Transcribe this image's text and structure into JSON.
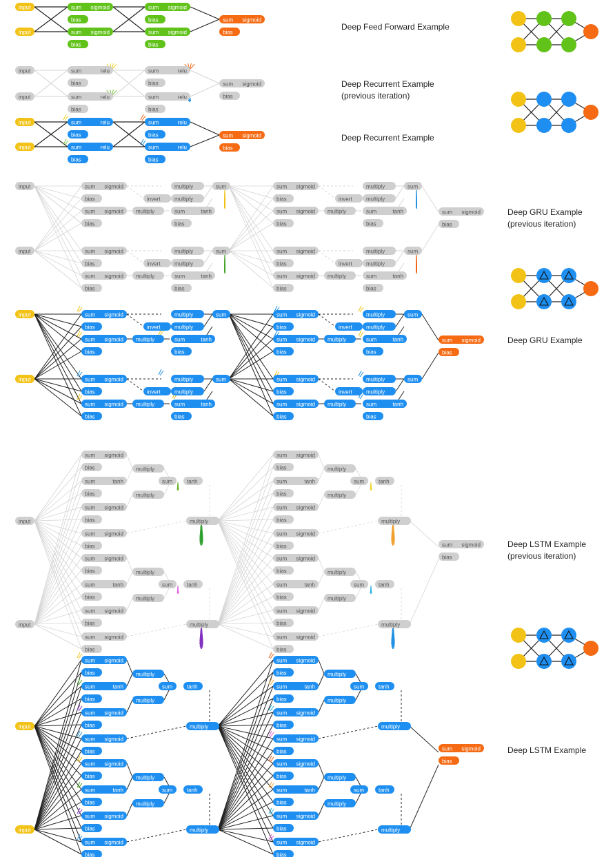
{
  "colors": {
    "input": "#f2c316",
    "ff": "#61c21a",
    "rec": "#1e8ff0",
    "out": "#f56a12",
    "prev": "#cfcfcf",
    "prev_text": "#555555",
    "edge_active": "#222222",
    "edge_prev": "#d4d4d4"
  },
  "node_text": {
    "input": "input",
    "sum": "sum",
    "sigmoid": "sigmoid",
    "relu": "relu",
    "tanh": "tanh",
    "bias": "bias",
    "multiply": "multiply",
    "invert": "invert"
  },
  "labels": {
    "ff": "Deep Feed Forward Example",
    "rec_prev_1": "Deep Recurrent Example",
    "rec_prev_2": "(previous iteration)",
    "rec": "Deep Recurrent Example",
    "gru_prev_1": "Deep GRU Example",
    "gru_prev_2": "(previous iteration)",
    "gru": "Deep GRU Example",
    "lstm_prev_1": "Deep LSTM Example",
    "lstm_prev_2": "(previous iteration)",
    "lstm": "Deep LSTM Example"
  },
  "icons": [
    {
      "name": "ff-network-icon",
      "hidden": "ff",
      "triangles": false
    },
    {
      "name": "recurrent-network-icon",
      "hidden": "rec",
      "triangles": false
    },
    {
      "name": "gru-network-icon",
      "hidden": "rec",
      "triangles": true
    },
    {
      "name": "lstm-network-icon",
      "hidden": "rec",
      "triangles": true
    }
  ]
}
